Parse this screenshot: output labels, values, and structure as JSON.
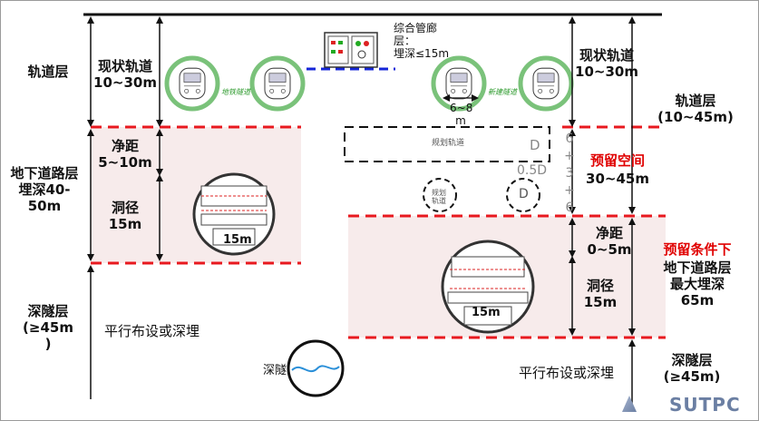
{
  "left": {
    "track_layer": "轨道层",
    "existing_track": "现状轨道\n10~30m",
    "underground_road_layer": "地下道路层\n埋深40-\n50m",
    "clearance": "净距\n5~10m",
    "hole_diameter": "洞径\n15m",
    "tunnel_width": "15m",
    "deep_tunnel_layer": "深隧层\n(≥45m\n)",
    "parallel_note": "平行布设或深埋",
    "deep_tunnel_icon_label": "深隧",
    "tag_left_tunnel": "地铁隧道",
    "tag_right_tunnel": "新建隧道"
  },
  "right": {
    "utility_tunnel": "综合管廊\n层：\n埋深≤15m",
    "existing_track": "现状轨道\n10~30m",
    "track_layer": "轨道层\n(10~45m)",
    "spacing": "6~8\nm",
    "planned_track": "规划轨道",
    "d_label": "D",
    "half_d_label": "0.5D",
    "side_note": "6\n+\n3\n+\n6",
    "reserved_space": "预留空间",
    "reserved_depth": "30~45m",
    "clearance": "净距\n0~5m",
    "reserved_condition": "预留条件下",
    "road_layer_max": "地下道路层\n最大埋深\n65m",
    "hole_diameter": "洞径\n15m",
    "tunnel_width": "15m",
    "deep_tunnel_layer": "深隧层\n(≥45m)",
    "parallel_note": "平行布设或深埋",
    "small_circle_label": "规划\n轨道"
  },
  "watermark": {
    "text": "SUTPC"
  },
  "colors": {
    "red_dash": "#e8191f",
    "blue_dash": "#1526d8",
    "pink_band": "#f7ebeb",
    "green": "#2c9a2c",
    "watermark": "#6b7fa3"
  }
}
